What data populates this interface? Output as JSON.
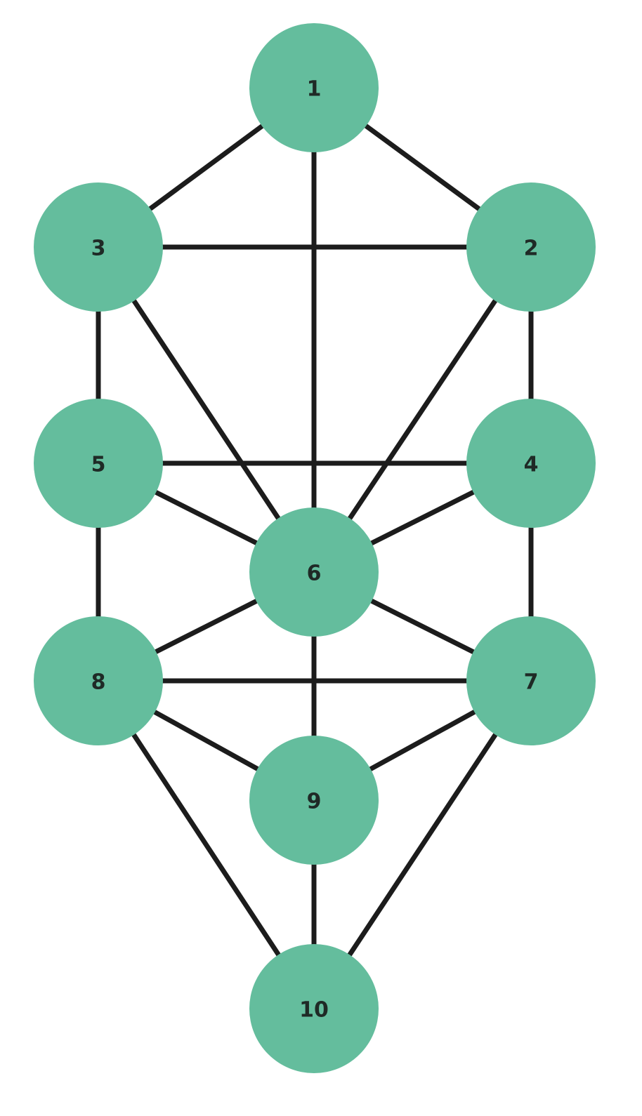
{
  "colors": {
    "node_fill": "#64bd9d",
    "edge": "#1c1c1c",
    "label": "#1f2a26",
    "background": "#ffffff"
  },
  "nodes": [
    {
      "id": "1",
      "label": "1"
    },
    {
      "id": "2",
      "label": "2"
    },
    {
      "id": "3",
      "label": "3"
    },
    {
      "id": "4",
      "label": "4"
    },
    {
      "id": "5",
      "label": "5"
    },
    {
      "id": "6",
      "label": "6"
    },
    {
      "id": "7",
      "label": "7"
    },
    {
      "id": "8",
      "label": "8"
    },
    {
      "id": "9",
      "label": "9"
    },
    {
      "id": "10",
      "label": "10"
    }
  ],
  "edges": [
    [
      "1",
      "3"
    ],
    [
      "1",
      "2"
    ],
    [
      "1",
      "6"
    ],
    [
      "3",
      "2"
    ],
    [
      "3",
      "5"
    ],
    [
      "3",
      "6"
    ],
    [
      "2",
      "4"
    ],
    [
      "2",
      "6"
    ],
    [
      "5",
      "4"
    ],
    [
      "5",
      "6"
    ],
    [
      "5",
      "8"
    ],
    [
      "4",
      "6"
    ],
    [
      "4",
      "7"
    ],
    [
      "6",
      "8"
    ],
    [
      "6",
      "7"
    ],
    [
      "6",
      "9"
    ],
    [
      "8",
      "7"
    ],
    [
      "8",
      "9"
    ],
    [
      "8",
      "10"
    ],
    [
      "7",
      "9"
    ],
    [
      "7",
      "10"
    ],
    [
      "9",
      "10"
    ]
  ]
}
